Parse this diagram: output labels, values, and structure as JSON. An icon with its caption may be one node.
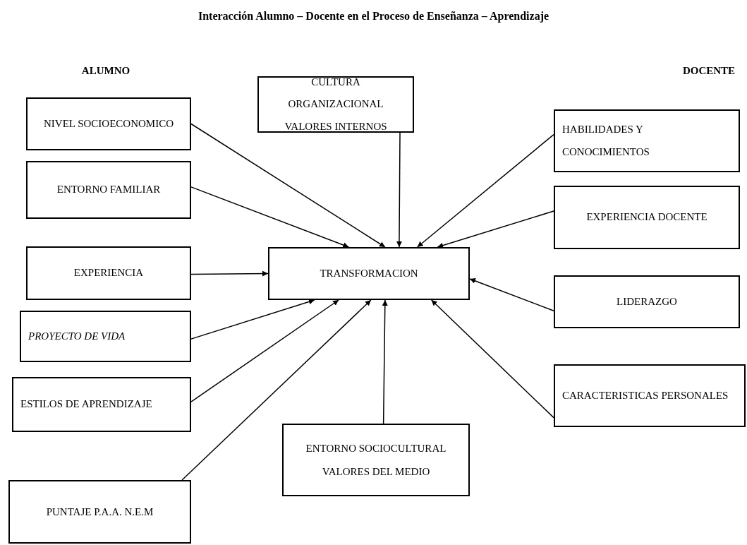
{
  "diagram": {
    "title": "Interacción Alumno – Docente en el Proceso de Enseñanza – Aprendizaje",
    "nodes": [
      {
        "text": [
          "CULTURA ORGANIZACIONAL VALORES INTERNOS"
        ]
      },
      {
        "text": [
          "NIVEL SOCIOECONOMICO"
        ]
      },
      {
        "text": [
          "HABILIDADES Y CONOCIMIENTOS"
        ]
      },
      {
        "text": [
          "ENTORNO FAMILIAR"
        ]
      },
      {
        "text": [
          "EXPERIENCIA DOCENTE"
        ]
      },
      {
        "text": [
          "EXPERIENCIA"
        ]
      },
      {
        "text": [
          "TRANSFORMACION"
        ]
      },
      {
        "text": [
          "LIDERAZGO"
        ]
      },
      {
        "text": [
          "PROYECTO DE VIDA"
        ]
      },
      {
        "text": [
          "ESTILOS DE APRENDIZAJE"
        ]
      },
      {
        "text": [
          "CARACTERISTICAS PERSONALES"
        ]
      },
      {
        "text": [
          "ENTORNO SOCIOCULTURAL VALORES DEL MEDIO"
        ]
      },
      {
        "text": [
          "PUNTAJE P.A.A. N.E.M"
        ]
      }
    ],
    "edges": [
      {
        "from": 0,
        "to": 6,
        "arrow": "to"
      },
      {
        "from": 1,
        "to": 6,
        "arrow": "to"
      },
      {
        "from": 2,
        "to": 6,
        "arrow": "to"
      },
      {
        "from": 3,
        "to": 6,
        "arrow": "to"
      },
      {
        "from": 4,
        "to": 6,
        "arrow": "to"
      },
      {
        "from": 5,
        "to": 6,
        "arrow": "to"
      },
      {
        "from": 7,
        "to": 6,
        "arrow": "to"
      },
      {
        "from": 8,
        "to": 6,
        "arrow": "to"
      },
      {
        "from": 9,
        "to": 6,
        "arrow": "to"
      },
      {
        "from": 10,
        "to": 6,
        "arrow": "to"
      },
      {
        "from": 11,
        "to": 6,
        "arrow": "to"
      },
      {
        "from": 12,
        "to": 6,
        "arrow": "to"
      }
    ],
    "labels": [
      "ALUMNO",
      "DOCENTE"
    ]
  }
}
